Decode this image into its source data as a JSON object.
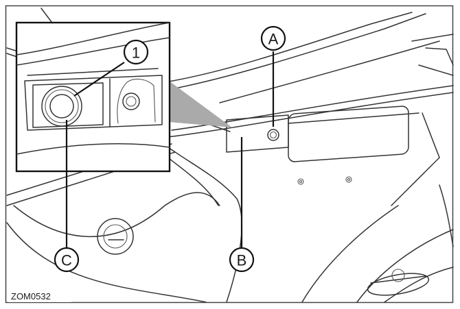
{
  "figure": {
    "code": "ZOM0532",
    "callouts": {
      "a": "A",
      "b": "B",
      "c": "C",
      "one": "1"
    }
  },
  "colors": {
    "line": "#333333",
    "callout_pointer": "#aaaaaa",
    "background": "#ffffff"
  }
}
